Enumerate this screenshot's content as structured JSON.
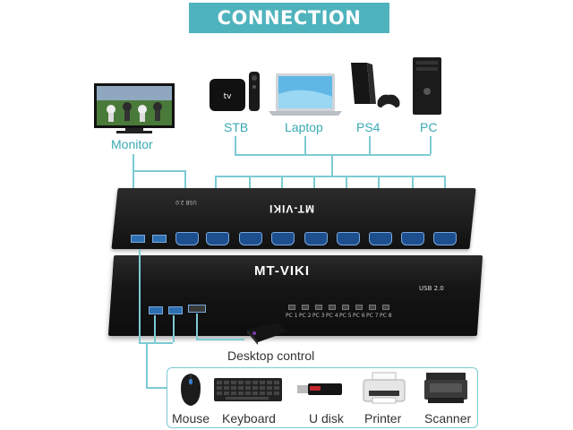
{
  "banner": {
    "title": "CONNECTION"
  },
  "labels": {
    "monitor": "Monitor",
    "stb": "STB",
    "laptop": "Laptop",
    "ps4": "PS4",
    "pc": "PC",
    "desktop_control": "Desktop control",
    "mouse": "Mouse",
    "keyboard": "Keyboard",
    "u_disk": "U disk",
    "printer": "Printer",
    "scanner": "Scanner"
  },
  "kvm": {
    "brand": "MT-VIKI",
    "usb_label": "USB 2.0",
    "port_labels": [
      "PC 1",
      "PC 2",
      "PC 3",
      "PC 4",
      "PC 5",
      "PC 6",
      "PC 7",
      "PC 8"
    ]
  },
  "colors": {
    "accent": "#4fb3bd",
    "wire": "#7ccbd3",
    "label": "#3aa9b4"
  }
}
